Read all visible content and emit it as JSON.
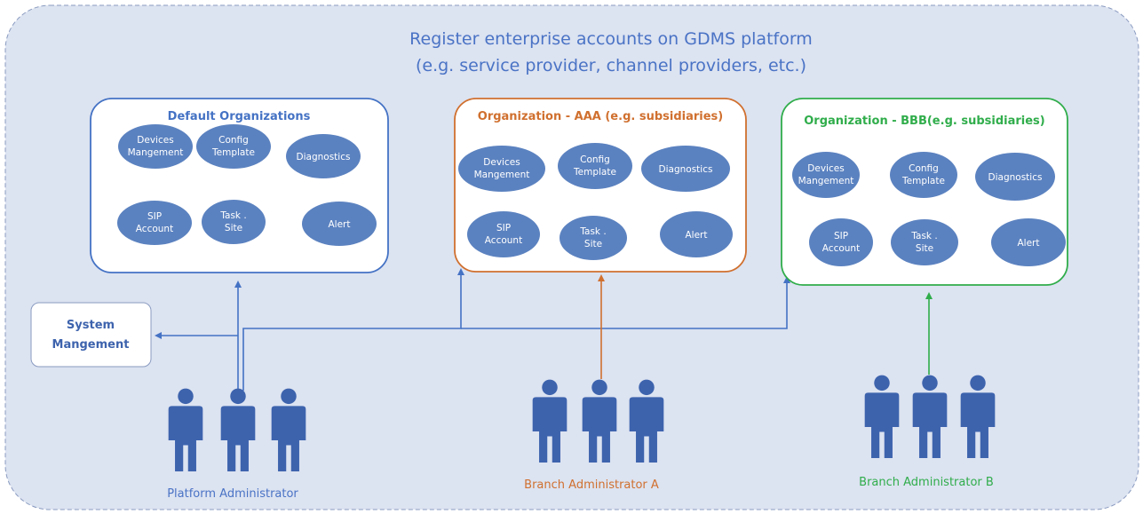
{
  "title": {
    "line1": "Register enterprise accounts on GDMS platform",
    "line2": "(e.g. service provider, channel providers, etc.)"
  },
  "colors": {
    "platform": "#4472c4",
    "blue_text": "#4a73c5",
    "orange": "#d0702f",
    "green": "#30ad4b",
    "bubble": "#5b82c0",
    "people": "#3d63ad",
    "background": "#dce3f1"
  },
  "orgs": [
    {
      "title": "Default Organizations",
      "modules": [
        {
          "line1": "Devices",
          "line2": "Mangement"
        },
        {
          "line1": "Config",
          "line2": "Template"
        },
        {
          "line1": "Diagnostics",
          "line2": ""
        },
        {
          "line1": "SIP",
          "line2": "Account"
        },
        {
          "line1": "Task .",
          "line2": "Site"
        },
        {
          "line1": "Alert",
          "line2": ""
        }
      ]
    },
    {
      "title": "Organization - AAA (e.g. subsidiaries)",
      "modules": [
        {
          "line1": "Devices",
          "line2": "Mangement"
        },
        {
          "line1": "Config",
          "line2": "Template"
        },
        {
          "line1": "Diagnostics",
          "line2": ""
        },
        {
          "line1": "SIP",
          "line2": "Account"
        },
        {
          "line1": "Task .",
          "line2": "Site"
        },
        {
          "line1": "Alert",
          "line2": ""
        }
      ]
    },
    {
      "title": "Organization - BBB(e.g. subsidiaries)",
      "modules": [
        {
          "line1": "Devices",
          "line2": "Mangement"
        },
        {
          "line1": "Config",
          "line2": "Template"
        },
        {
          "line1": "Diagnostics",
          "line2": ""
        },
        {
          "line1": "SIP",
          "line2": "Account"
        },
        {
          "line1": "Task .",
          "line2": "Site"
        },
        {
          "line1": "Alert",
          "line2": ""
        }
      ]
    }
  ],
  "system_management": {
    "line1": "System",
    "line2": "Mangement"
  },
  "people": [
    {
      "label": "Platform Administrator"
    },
    {
      "label": "Branch Administrator A"
    },
    {
      "label": "Branch Administrator B"
    }
  ]
}
